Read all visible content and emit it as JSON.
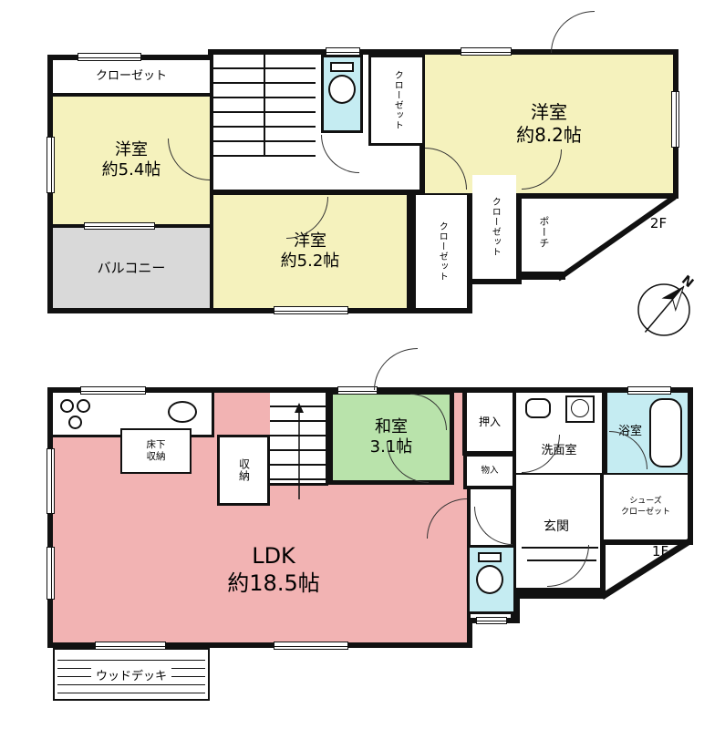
{
  "colors": {
    "wall": "#111111",
    "room_yellow": "#f5f2bd",
    "ldk_pink": "#f2b3b3",
    "tatami_green": "#b9e3ab",
    "wet_area_cyan": "#c5ecf2",
    "balcony_gray": "#d9d9d9"
  },
  "compass": {
    "north_label": "N"
  },
  "floor2": {
    "label": "2F",
    "closet_top": "クローゼット",
    "room_54": "洋室\n約5.4帖",
    "balcony": "バルコニー",
    "room_82": "洋室\n約8.2帖",
    "room_52": "洋室\n約5.2帖",
    "closet_mid": "クローゼット",
    "closet_a": "クローゼット",
    "closet_b": "クローゼット",
    "porch": "ポーチ"
  },
  "floor1": {
    "label": "1F",
    "ldk": "LDK\n約18.5帖",
    "washitsu": "和室\n3.1帖",
    "oshiire": "押入",
    "monoire": "物入",
    "senmen": "洗面室",
    "bath": "浴室",
    "genkan": "玄関",
    "shoes_closet": "シューズ\nクローゼット",
    "shuno": "収納",
    "yukashita": "床下\n収納",
    "wood_deck": "ウッドデッキ"
  }
}
